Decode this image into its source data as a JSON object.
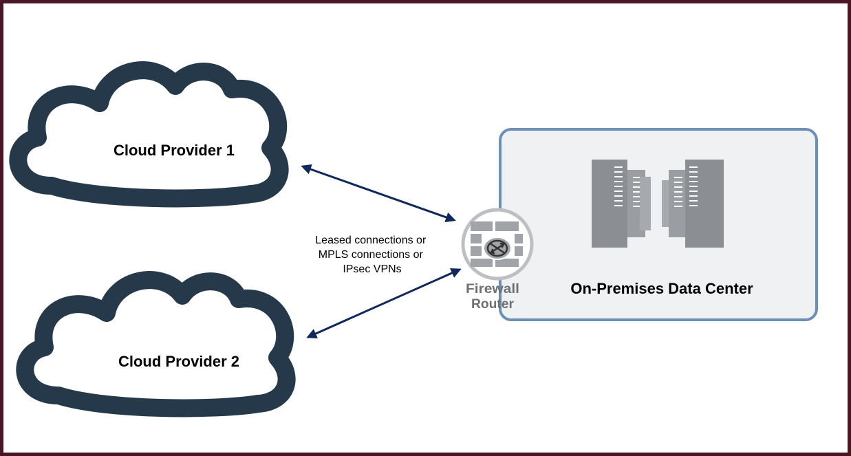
{
  "diagram": {
    "clouds": [
      {
        "id": "cloud-1",
        "label": "Cloud Provider 1"
      },
      {
        "id": "cloud-2",
        "label": "Cloud Provider 2"
      }
    ],
    "connection_label": [
      "Leased connections or",
      "MPLS connections or",
      "IPsec VPNs"
    ],
    "gateway": {
      "line1": "Firewall",
      "line2": "Router"
    },
    "datacenter": {
      "label": "On-Premises Data Center"
    }
  },
  "colors": {
    "frame_border": "#4a1525",
    "cloud_stroke": "#25394a",
    "arrow": "#10285c",
    "datacenter_border": "#6b8fb5",
    "datacenter_fill": "#f0f1f3",
    "server": "#8b8e93",
    "gateway_gray": "#a0a3a7",
    "gateway_text": "#6e7074"
  }
}
